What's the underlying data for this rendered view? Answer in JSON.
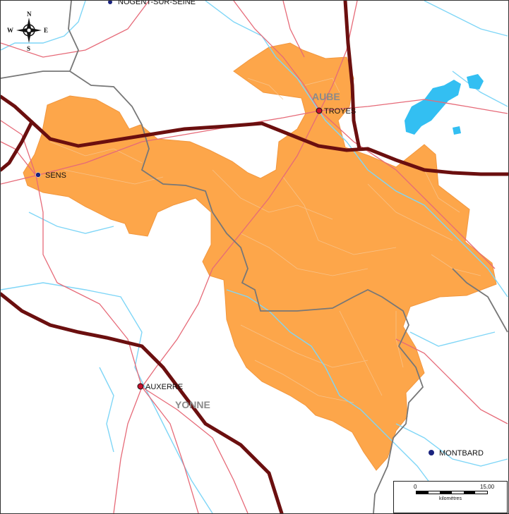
{
  "map": {
    "top_clipped_label": "NOGENT-SUR-SEINE",
    "cities": [
      {
        "name": "SENS",
        "marker": "prefecture-dot"
      },
      {
        "name": "TROYES",
        "marker": "capital-dot"
      },
      {
        "name": "AUXERRE",
        "marker": "capital-dot"
      },
      {
        "name": "MONTBARD",
        "marker": "prefecture-dot"
      }
    ],
    "departments": [
      "AUBE",
      "YONNE"
    ],
    "compass": {
      "n": "N",
      "s": "S",
      "e": "E",
      "w": "W"
    },
    "scale": {
      "start": "0",
      "end": "15,00",
      "unit": "kilomètres"
    },
    "colors": {
      "region_fill": "#FDA64A",
      "water": "#7FD6F7",
      "lake": "#33BFF2",
      "highway": "#6B0F0F",
      "road": "#E66A78",
      "dept_border": "#777777",
      "commune_border": "#F7C58F",
      "capital_dot": "#C8102E",
      "prefecture_dot": "#1A237E"
    }
  }
}
